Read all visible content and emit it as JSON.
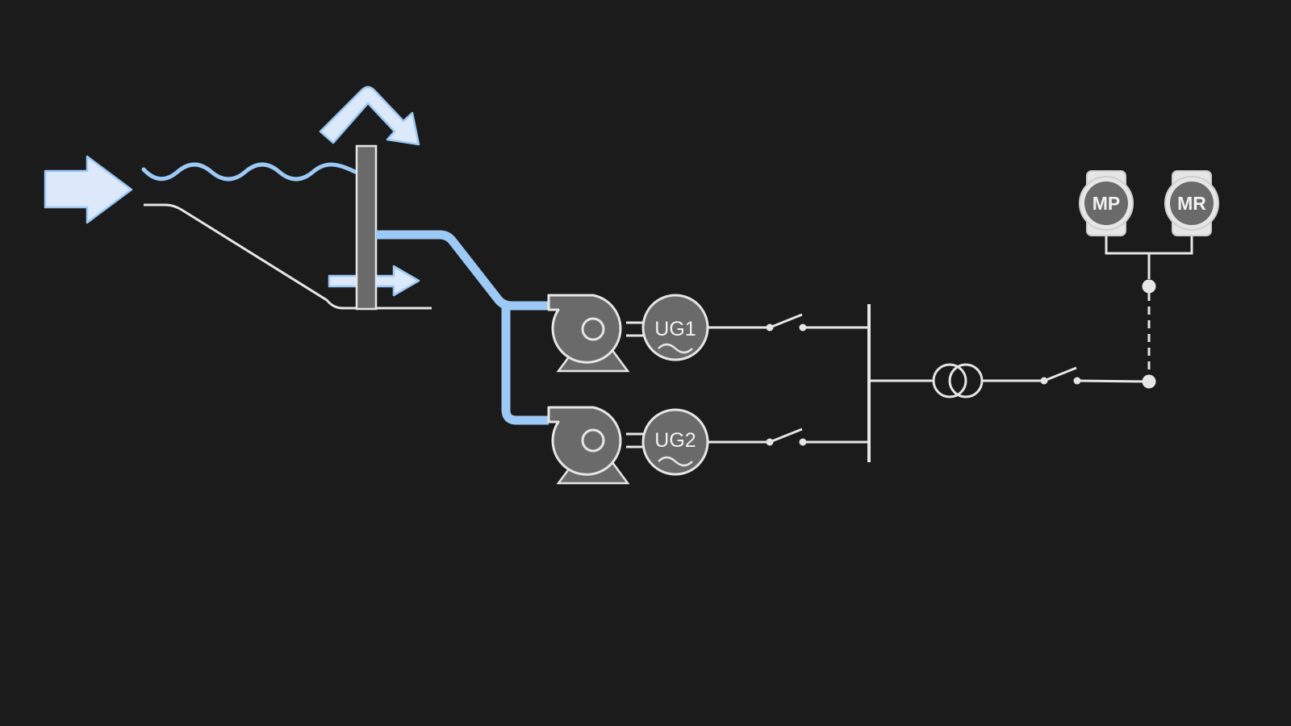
{
  "diagram": {
    "units": [
      {
        "label": "UG1"
      },
      {
        "label": "UG2"
      }
    ],
    "meters": [
      {
        "label": "MP"
      },
      {
        "label": "MR"
      }
    ]
  },
  "colors": {
    "background": "#1b1b1b",
    "water": "#9cc9f5",
    "water_fill": "#dce9fb",
    "line": "#e6e6e6",
    "equipment": "#6a6a6a"
  }
}
